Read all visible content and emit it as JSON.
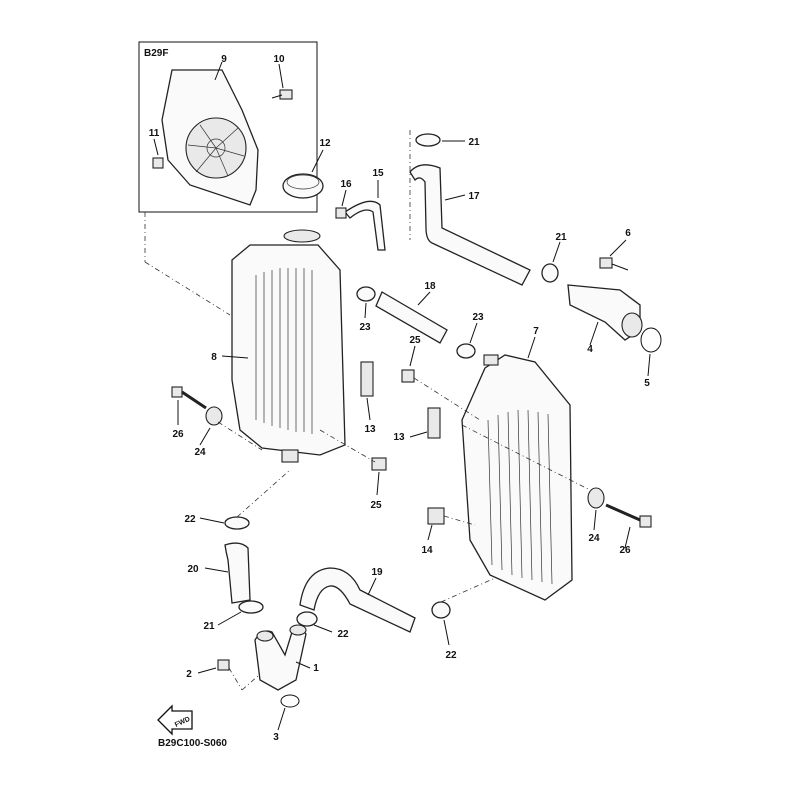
{
  "diagram": {
    "inset_code": "B29F",
    "catalog_code": "B29C100-S060",
    "fwd_label": "FWD",
    "callouts": {
      "c1": "1",
      "c2": "2",
      "c3": "3",
      "c4": "4",
      "c5": "5",
      "c6": "6",
      "c7": "7",
      "c8": "8",
      "c9": "9",
      "c10": "10",
      "c11": "11",
      "c12": "12",
      "c13a": "13",
      "c13b": "13",
      "c14": "14",
      "c15": "15",
      "c16": "16",
      "c17": "17",
      "c18": "18",
      "c19": "19",
      "c20": "20",
      "c21a": "21",
      "c21b": "21",
      "c21c": "21",
      "c22a": "22",
      "c22b": "22",
      "c22c": "22",
      "c23a": "23",
      "c23b": "23",
      "c24a": "24",
      "c24b": "24",
      "c25a": "25",
      "c25b": "25",
      "c26a": "26",
      "c26b": "26"
    }
  }
}
